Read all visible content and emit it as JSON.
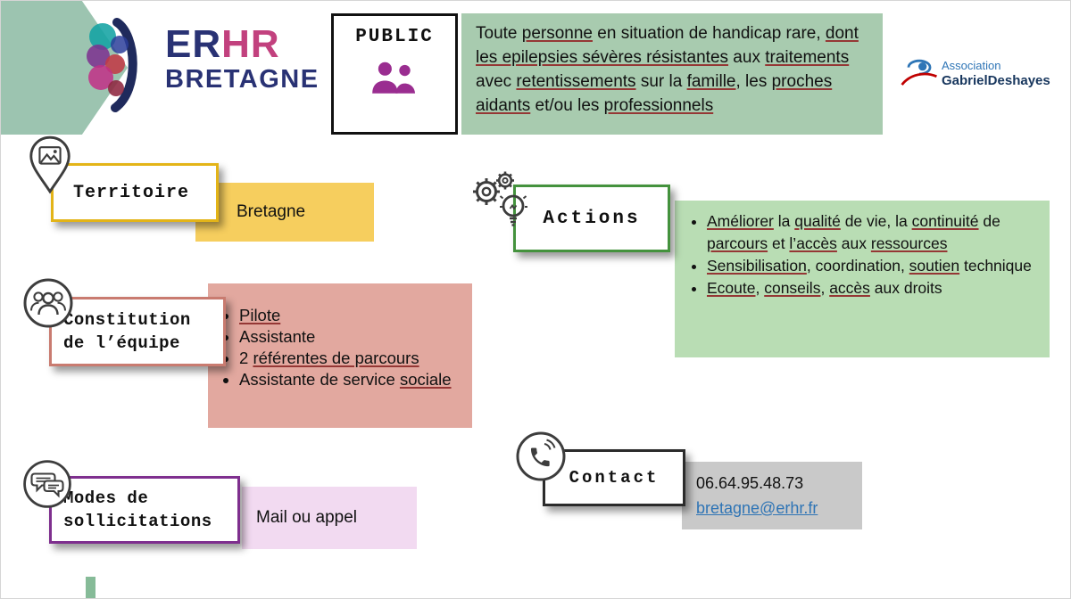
{
  "colors": {
    "chevron_accent": "#9CC4B0",
    "public_box_fill": "#A8CBAF",
    "actions_box_fill": "#B9DDB4",
    "territoire_fill": "#F6CE5E",
    "territoire_border": "#E3B418",
    "equipe_fill": "#E2A89F",
    "equipe_border": "#C97B70",
    "modes_fill": "#F2DAF1",
    "modes_border": "#7E2F8E",
    "actions_border": "#44923D",
    "contact_fill": "#C9C9C9",
    "brand_navy": "#293274",
    "brand_pink": "#C2417E",
    "people_icon": "#9A2D90",
    "link_blue": "#2E74B5",
    "spellcheck_underline": "#953735"
  },
  "brand": {
    "er": "ER",
    "hr": "HR",
    "region": "BRETAGNE"
  },
  "partner": {
    "line1": "Association",
    "line2": "GabrielDeshayes"
  },
  "public": {
    "title": "PUBLIC",
    "text": [
      {
        "t": "Toute "
      },
      {
        "t": "personne",
        "u": true
      },
      {
        "t": " en situation de handicap rare, "
      },
      {
        "t": "dont les epilepsies sévères résistantes",
        "u": true
      },
      {
        "t": " aux "
      },
      {
        "t": "traitements",
        "u": true
      },
      {
        "t": " avec "
      },
      {
        "t": "retentissements",
        "u": true
      },
      {
        "t": " sur la "
      },
      {
        "t": "famille",
        "u": true
      },
      {
        "t": ", les "
      },
      {
        "t": "proches aidants",
        "u": true
      },
      {
        "t": " et/ou les "
      },
      {
        "t": "professionnels",
        "u": true
      }
    ]
  },
  "territoire": {
    "title": "Territoire",
    "value": "Bretagne"
  },
  "equipe": {
    "title_line1": "Constitution",
    "title_line2": "de l’équipe",
    "items": [
      [
        {
          "t": "Pilote",
          "u": true
        }
      ],
      [
        {
          "t": "Assistante"
        }
      ],
      [
        {
          "t": "2 "
        },
        {
          "t": "référentes de parcours",
          "u": true
        }
      ],
      [
        {
          "t": "Assistante de service "
        },
        {
          "t": "sociale",
          "u": true
        }
      ]
    ]
  },
  "modes": {
    "title_line1": "Modes de",
    "title_line2": "sollicitations",
    "value": "Mail ou appel"
  },
  "actions": {
    "title": "Actions",
    "items": [
      [
        {
          "t": "Améliorer",
          "u": true
        },
        {
          "t": " la "
        },
        {
          "t": "qualité",
          "u": true
        },
        {
          "t": " de vie, la "
        },
        {
          "t": "continuité",
          "u": true
        },
        {
          "t": " de "
        },
        {
          "t": "parcours",
          "u": true
        },
        {
          "t": " et "
        },
        {
          "t": "l’accès",
          "u": true
        },
        {
          "t": " aux "
        },
        {
          "t": "ressources",
          "u": true
        }
      ],
      [
        {
          "t": "Sensibilisation",
          "u": true
        },
        {
          "t": ", coordination, "
        },
        {
          "t": "soutien",
          "u": true
        },
        {
          "t": " technique"
        }
      ],
      [
        {
          "t": "Ecoute",
          "u": true
        },
        {
          "t": ", "
        },
        {
          "t": "conseils",
          "u": true
        },
        {
          "t": ", "
        },
        {
          "t": "accès",
          "u": true
        },
        {
          "t": " aux droits"
        }
      ]
    ]
  },
  "contact": {
    "title": "Contact",
    "phone": "06.64.95.48.73",
    "email": "bretagne@erhr.fr"
  }
}
